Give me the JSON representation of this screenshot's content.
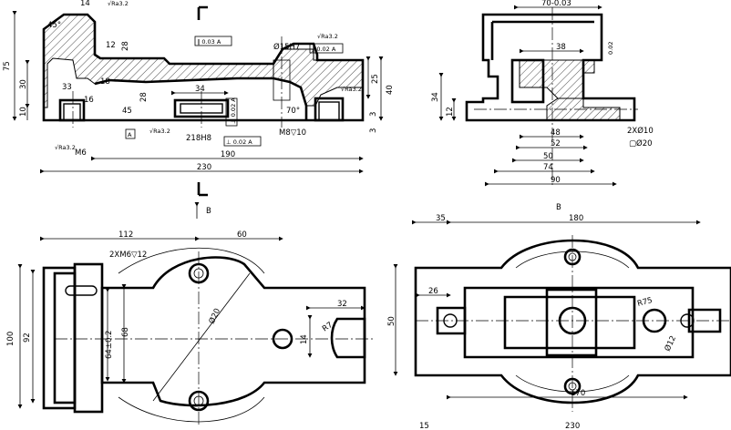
{
  "views": {
    "b_label_left": "B",
    "b_label_right": "B"
  },
  "front_view": {
    "dims": {
      "d230": "230",
      "d190": "190",
      "d75": "75",
      "d30": "30",
      "d10": "10",
      "d33": "33",
      "d34": "34",
      "d28a": "28",
      "d28b": "28",
      "d25": "25",
      "d40": "40",
      "d3a": "3",
      "d3b": "3",
      "d12": "12",
      "d14": "14",
      "d45deg": "45°",
      "d45": "45",
      "d70deg": "70°",
      "d18": "18",
      "d16": "16"
    },
    "callouts": {
      "phi15h7": "Ø15H7",
      "m6": "M6",
      "m8": "M8▽10",
      "h8": "218H8",
      "tol_a": "∥ 0.03 A",
      "tol_b": "∥ 0.02 A",
      "tol_c": "⊥ 0.02 A",
      "tol_d": "⊥ 0.02 A",
      "datum": "A",
      "rough": "√Ra3.2"
    }
  },
  "side_view": {
    "dims": {
      "top": "70-0.03",
      "d38": "38",
      "d34": "34",
      "d12": "12",
      "d48": "48",
      "d52": "52",
      "d50": "50",
      "d74": "74",
      "d90": "90",
      "bore": "2XØ10",
      "bore_depth": "▢Ø20",
      "tol": "0.02"
    }
  },
  "top_view": {
    "dims": {
      "d112": "112",
      "d60": "60",
      "d32": "32",
      "d100": "100",
      "d92": "92",
      "d68": "68",
      "d64": "64±0.2",
      "d14": "14",
      "r7": "R7",
      "phi20": "Ø20",
      "thread": "2XM6▽12"
    }
  },
  "bottom_view": {
    "dims": {
      "d35": "35",
      "d180": "180",
      "d26": "26",
      "d50": "50",
      "d170": "170",
      "r75": "R75",
      "phi12": "Ø12",
      "d230": "230",
      "d15": "15"
    }
  }
}
